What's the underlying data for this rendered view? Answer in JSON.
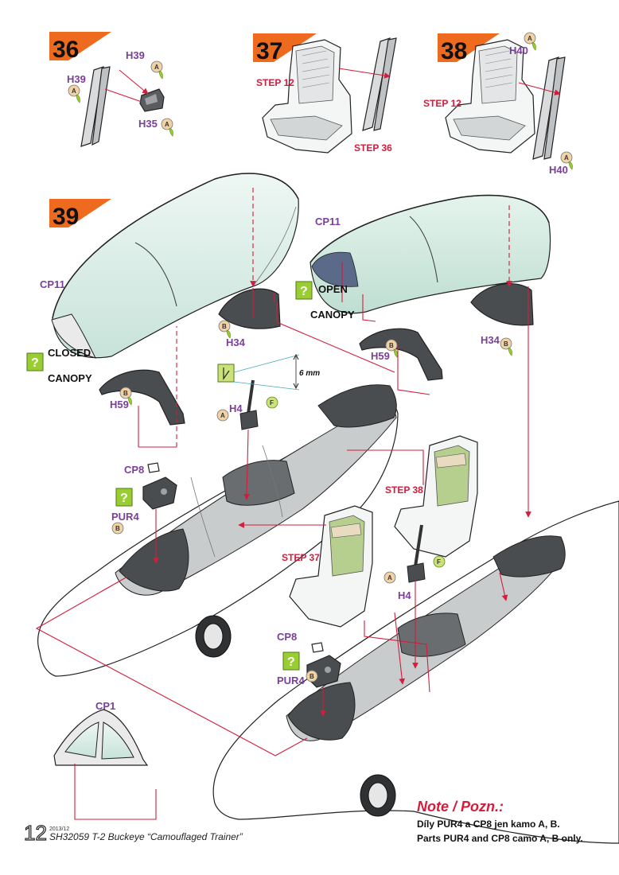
{
  "steps": [
    "36",
    "37",
    "38",
    "39"
  ],
  "parts": {
    "h39_right": "H39",
    "h39_left": "H39",
    "h35": "H35",
    "h40_top": "H40",
    "h40_bottom": "H40",
    "cp11_left": "CP11",
    "cp11_right": "CP11",
    "h34_left": "H34",
    "h34_right": "H34",
    "h59_left": "H59",
    "h59_right": "H59",
    "h4_upper": "H4",
    "h4_lower": "H4",
    "cp8_upper": "CP8",
    "cp8_lower": "CP8",
    "pur4_upper": "PUR4",
    "pur4_lower": "PUR4",
    "cp1": "CP1"
  },
  "step_refs": {
    "step12_a": "STEP 12",
    "step36": "STEP 36",
    "step12_b": "STEP 12",
    "step38": "STEP 38",
    "step37": "STEP 37"
  },
  "labels": {
    "closed": "CLOSED",
    "canopy_closed": "CANOPY",
    "open": "OPEN",
    "canopy_open": "CANOPY",
    "dimension": "6 mm"
  },
  "marker_letters": {
    "a": "A",
    "b": "B",
    "f": "F"
  },
  "note": {
    "title": "Note / Pozn.:",
    "line_cz": "Díly PUR4 a CP8 jen kamo A, B.",
    "line_en": "Parts PUR4 and CP8 camo A, B only."
  },
  "footer": {
    "page": "12",
    "date": "2013/12",
    "title": "SH32059 T-2 Buckeye “Camouflaged Trainer”"
  },
  "colors": {
    "step_banner": "#ee6a1f",
    "accent_red": "#d41c3c",
    "part_purple": "#7a3f99",
    "question_green": "#9acd32",
    "marker_tan": "#f1d2a6",
    "marker_green": "#cbe27a",
    "interior_grey": "#c9cccd",
    "dark_grey": "#4a4d50",
    "glass": "#dcefe8"
  }
}
